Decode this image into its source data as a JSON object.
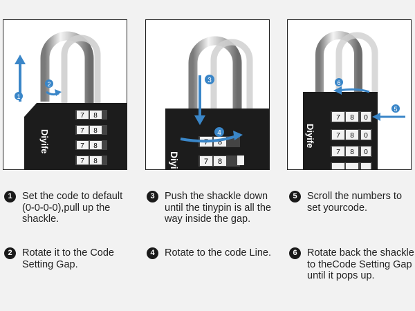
{
  "brand": "Diyife",
  "steps": [
    {
      "number": "1",
      "text": "Set the code to default (0-0-0-0),pull up the shackle."
    },
    {
      "number": "2",
      "text": "Rotate it to the Code Setting Gap."
    },
    {
      "number": "3",
      "text": "Push the shackle down until the tinypin is all the way inside the gap."
    },
    {
      "number": "4",
      "text": "Rotate to the code Line."
    },
    {
      "number": "5",
      "text": "Scroll the numbers to set yourcode."
    },
    {
      "number": "6",
      "text": "Rotate back the shackle to theCode Setting Gap until it pops up."
    }
  ],
  "colors": {
    "arrow": "#3a86c8",
    "badge": "#1a1a1a",
    "lock_body": "#1c1c1c"
  }
}
